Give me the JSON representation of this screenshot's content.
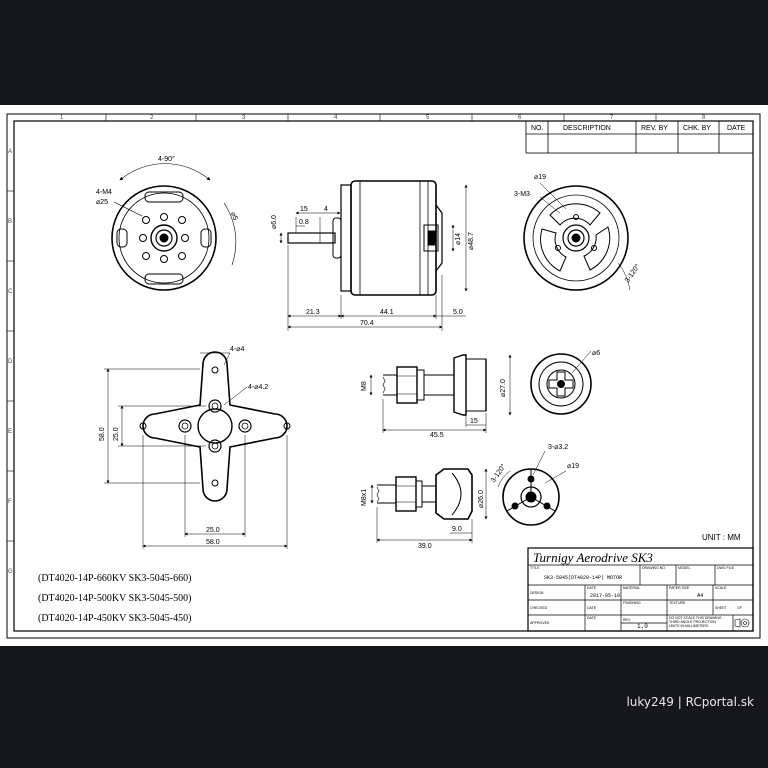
{
  "revision_table": {
    "headers": [
      "NO.",
      "DESCRIPTION",
      "REV. BY",
      "CHK. BY",
      "DATE"
    ]
  },
  "grid_labels": {
    "top": [
      "1",
      "2",
      "3",
      "4",
      "5",
      "6",
      "7",
      "8"
    ],
    "left": [
      "A",
      "B",
      "C",
      "D",
      "E",
      "F",
      "G"
    ]
  },
  "dimensions": {
    "front_angle": "4-90°",
    "front_m4": "4-M4",
    "front_d25": "⌀25",
    "front_r": "⌀5",
    "side_15": "15",
    "side_4": "4",
    "side_08": "0.8",
    "side_d60": "⌀6.0",
    "side_d14": "⌀14",
    "side_d487": "⌀48.7",
    "side_213": "21.3",
    "side_441": "44.1",
    "side_50": "5.0",
    "side_704": "70.4",
    "rear_d19": "⌀19",
    "rear_m3": "3-M3",
    "rear_angle": "3-120°",
    "cross_4d4": "4-⌀4",
    "cross_4d42": "4-⌀4.2",
    "cross_580v": "58.0",
    "cross_250v": "25.0",
    "cross_250h": "25.0",
    "cross_580h": "58.0",
    "adapt_m8": "M8",
    "adapt_d270": "⌀27.0",
    "adapt_15": "15",
    "adapt_455": "45.5",
    "adapt_d6": "⌀6",
    "adapt2_m8": "M8x1",
    "adapt2_d260": "⌀26.0",
    "adapt2_90": "9.0",
    "adapt2_390": "39.0",
    "adapt2_3d32": "3-⌀3.2",
    "adapt2_d19": "⌀19",
    "adapt2_angle": "3-120°"
  },
  "unit_label": "UNIT : MM",
  "variants": [
    "(DT4020-14P-660KV  SK3-5045-660)",
    "(DT4020-14P-500KV  SK3-5045-500)",
    "(DT4020-14P-450KV  SK3-5045-450)"
  ],
  "title_block": {
    "title": "Turnigy Aerodrive SK3",
    "title_label": "TITLE",
    "subtitle": "SK3-5045(DT4020-14P) MOTOR",
    "drawing_no_label": "DRAWING NO.",
    "model_label": "MODEL",
    "dwg_file_label": "DWG FILE",
    "design_label": "DESIGN",
    "date_label": "DATE",
    "date_value": "2017-05-10",
    "material_label": "MATERIAL",
    "paper_size_label": "PAPER SIZE",
    "paper_size_value": "A4",
    "scale_label": "SCALE",
    "checked_label": "CHECKED",
    "date2_label": "DATE",
    "finishing_label": "FINISHING",
    "texture_label": "TEXTURE",
    "sheet_label": "SHEET",
    "sheet_of": "OF",
    "approved_label": "APPROVED",
    "date3_label": "DATE",
    "rev_label": "REV.",
    "rev_value": "1.0",
    "note": [
      "DO NOT SCALE THIS DRAWING",
      "THIRD ANGLE PROJECTION",
      "UNITS IN MILLIMETERS"
    ]
  },
  "credit": "luky249 | RCportal.sk"
}
